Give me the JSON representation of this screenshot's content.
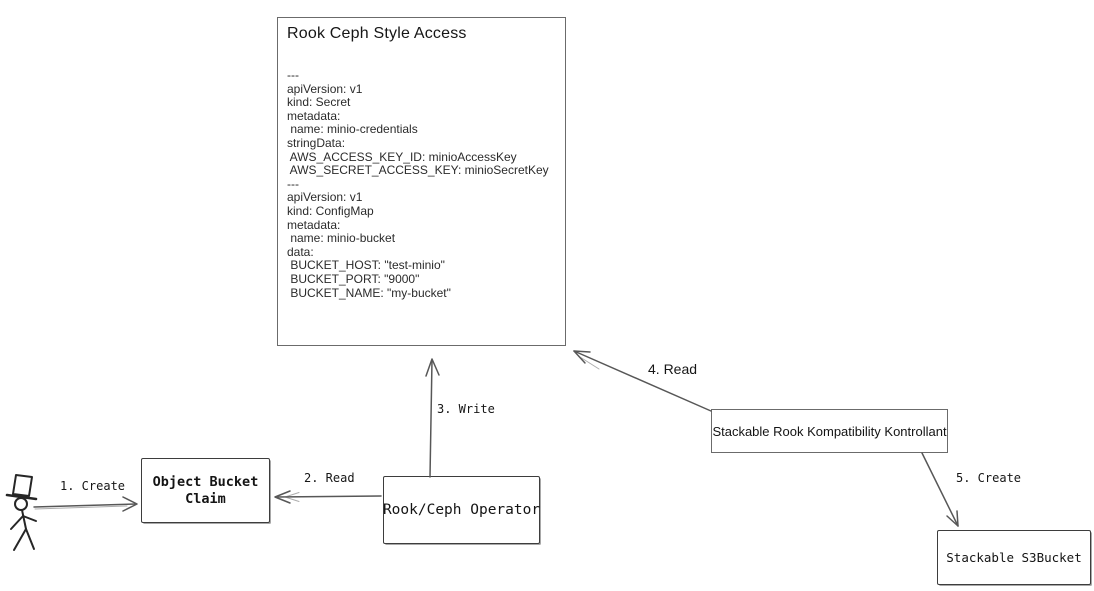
{
  "canvas": {
    "background": "#ffffff",
    "line_color": "#575757",
    "text_color": "#111111"
  },
  "main_box": {
    "title": "Rook Ceph Style Access",
    "yaml": "---\napiVersion: v1\nkind: Secret\nmetadata:\n name: minio-credentials\nstringData:\n AWS_ACCESS_KEY_ID: minioAccessKey\n AWS_SECRET_ACCESS_KEY: minioSecretKey\n---\napiVersion: v1\nkind: ConfigMap\nmetadata:\n name: minio-bucket\ndata:\n BUCKET_HOST: \"test-minio\"\n BUCKET_PORT: \"9000\"\n BUCKET_NAME: \"my-bucket\""
  },
  "actor": {
    "description": "stick figure user wearing a top hat"
  },
  "nodes": [
    {
      "id": "object-bucket-claim",
      "label": "Object Bucket\nClaim"
    },
    {
      "id": "rook-ceph-operator",
      "label": "Rook/Ceph Operator"
    },
    {
      "id": "stackable-rook-kompatibility-kontrollant",
      "label": "Stackable Rook Kompatibility Kontrollant"
    },
    {
      "id": "stackable-s3bucket",
      "label": "Stackable S3Bucket"
    }
  ],
  "edges": [
    {
      "label": "1. Create",
      "from": "user",
      "to": "object-bucket-claim"
    },
    {
      "label": "2. Read",
      "from": "rook-ceph-operator",
      "to": "object-bucket-claim"
    },
    {
      "label": "3. Write",
      "from": "rook-ceph-operator",
      "to": "rook-ceph-style-access"
    },
    {
      "label": "4. Read",
      "from": "stackable-rook-kompatibility-kontrollant",
      "to": "rook-ceph-style-access"
    },
    {
      "label": "5. Create",
      "from": "stackable-rook-kompatibility-kontrollant",
      "to": "stackable-s3bucket"
    }
  ]
}
